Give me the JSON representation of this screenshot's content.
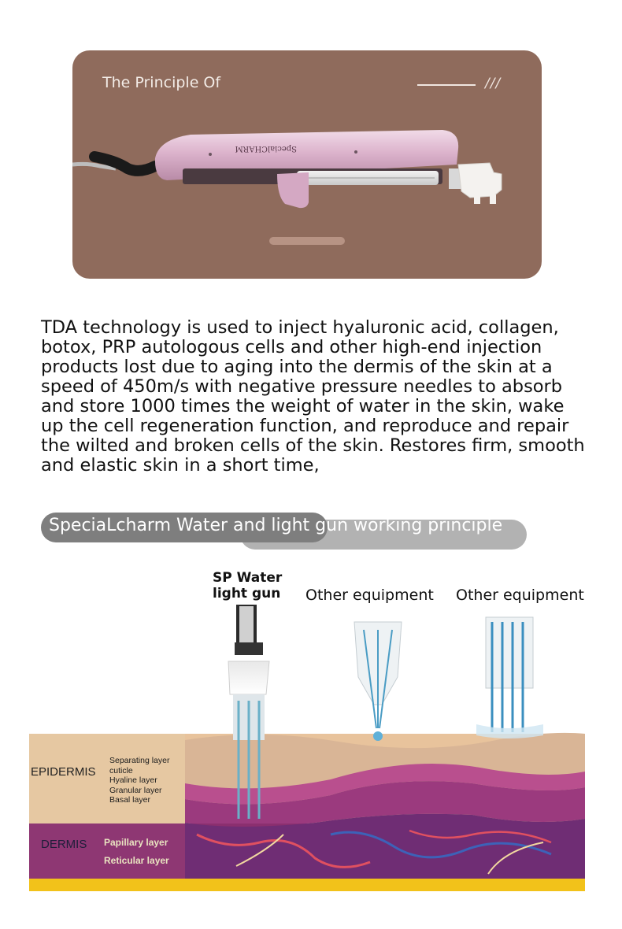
{
  "card": {
    "title": "The Principle Of",
    "decoration": "///"
  },
  "description": "TDA technology is used to inject hyaluronic acid, collagen, botox, PRP autologous cells and other high-end injection products lost due to aging into the dermis of the skin at a speed of 450m/s with negative pressure needles to absorb and store 1000 times the weight of water in the skin, wake up the cell regeneration function, and reproduce and repair the wilted and broken cells of the skin. Restores firm, smooth and elastic skin in a short time,",
  "banner": {
    "text": "SpeciaLcharm Water and light gun working principle"
  },
  "diagram": {
    "sp_label_line1": "SP Water",
    "sp_label_line2": "light gun",
    "other_label_1": "Other equipment",
    "other_label_2": "Other equipment",
    "epidermis": {
      "name": "EPIDERMIS",
      "layers": [
        "Separating layer",
        "cuticle",
        "Hyaline layer",
        "Granular layer",
        "Basal layer"
      ]
    },
    "dermis": {
      "name": "DERMIS",
      "layers": [
        "Papillary layer",
        "Reticular layer"
      ]
    }
  },
  "colors": {
    "card_bg": "#8f6b5c",
    "banner_front": "#7e7e7e",
    "banner_back": "#b2b2b2",
    "epidermis": "#e8c39c",
    "dermis": "#8b2f6f"
  }
}
